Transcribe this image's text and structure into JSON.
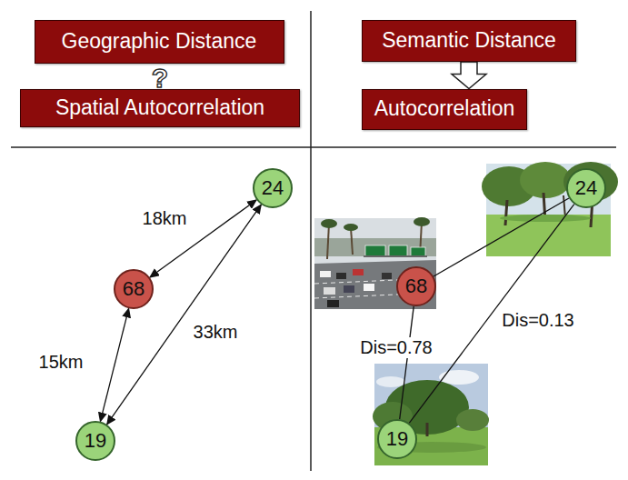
{
  "diagram": {
    "nodes": [
      {
        "text": [
          "Geographic Distance"
        ]
      },
      {
        "text": [
          "Spatial Autocorrelation"
        ]
      },
      {
        "text": [
          "Semantic Distance"
        ]
      },
      {
        "text": [
          "Autocorrelation"
        ]
      },
      {
        "text": [
          "24"
        ]
      },
      {
        "text": [
          "68"
        ]
      },
      {
        "text": [
          "19"
        ]
      },
      {
        "text": [
          "24"
        ]
      },
      {
        "text": [
          "68"
        ]
      },
      {
        "text": [
          "19"
        ]
      }
    ],
    "edges": [
      {
        "from": 2,
        "to": 3,
        "arrow": "to"
      },
      {
        "from": 5,
        "to": 4,
        "label": "18km",
        "arrow": "both"
      },
      {
        "from": 5,
        "to": 6,
        "label": "15km",
        "arrow": "both"
      },
      {
        "from": 4,
        "to": 6,
        "label": "33km",
        "arrow": "both"
      },
      {
        "from": 8,
        "to": 7,
        "arrow": "none"
      },
      {
        "from": 7,
        "to": 9,
        "label": "Dis=0.13",
        "arrow": "none"
      },
      {
        "from": 8,
        "to": 9,
        "label": "Dis=0.78",
        "arrow": "none"
      }
    ],
    "labels": [
      "?"
    ]
  }
}
